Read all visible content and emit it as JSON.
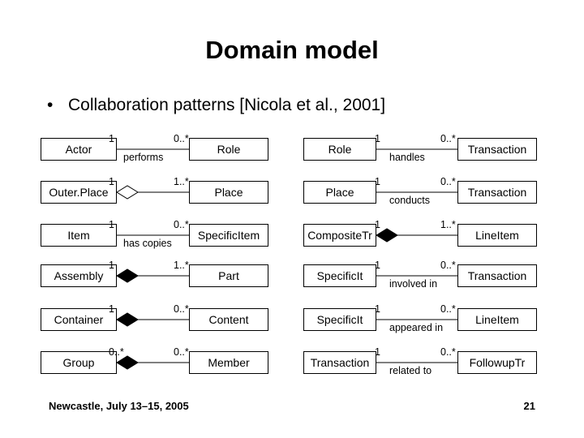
{
  "title": "Domain model",
  "bullet": "Collaboration patterns [Nicola et al., 2001]",
  "footer": {
    "event": "Newcastle, July 13–15, 2005",
    "page": "21"
  },
  "colors": {
    "diamond_fill": "#000000",
    "line": "#000000"
  },
  "left_patterns": [
    {
      "source": "Actor",
      "target": "Role",
      "source_mult": "1",
      "target_mult": "0..*",
      "label": "performs",
      "aggregation": "none"
    },
    {
      "source": "Outer.Place",
      "target": "Place",
      "source_mult": "1",
      "target_mult": "1..*",
      "label": "",
      "aggregation": "hollow"
    },
    {
      "source": "Item",
      "target": "SpecificItem",
      "source_mult": "1",
      "target_mult": "0..*",
      "label": "has copies",
      "aggregation": "none"
    },
    {
      "source": "Assembly",
      "target": "Part",
      "source_mult": "1",
      "target_mult": "1..*",
      "label": "",
      "aggregation": "filled"
    },
    {
      "source": "Container",
      "target": "Content",
      "source_mult": "1",
      "target_mult": "0..*",
      "label": "",
      "aggregation": "filled"
    },
    {
      "source": "Group",
      "target": "Member",
      "source_mult": "0..*",
      "target_mult": "0..*",
      "label": "",
      "aggregation": "filled"
    }
  ],
  "right_patterns": [
    {
      "source": "Role",
      "target": "Transaction",
      "source_mult": "1",
      "target_mult": "0..*",
      "label": "handles",
      "aggregation": "none"
    },
    {
      "source": "Place",
      "target": "Transaction",
      "source_mult": "1",
      "target_mult": "0..*",
      "label": "conducts",
      "aggregation": "none"
    },
    {
      "source": "CompositeTr",
      "target": "LineItem",
      "source_mult": "1",
      "target_mult": "1..*",
      "label": "",
      "aggregation": "filled"
    },
    {
      "source": "SpecificIt",
      "target": "Transaction",
      "source_mult": "1",
      "target_mult": "0..*",
      "label": "involved in",
      "aggregation": "none"
    },
    {
      "source": "SpecificIt",
      "target": "LineItem",
      "source_mult": "1",
      "target_mult": "0..*",
      "label": "appeared in",
      "aggregation": "none"
    },
    {
      "source": "Transaction",
      "target": "FollowupTr",
      "source_mult": "1",
      "target_mult": "0..*",
      "label": "related to",
      "aggregation": "none"
    }
  ]
}
